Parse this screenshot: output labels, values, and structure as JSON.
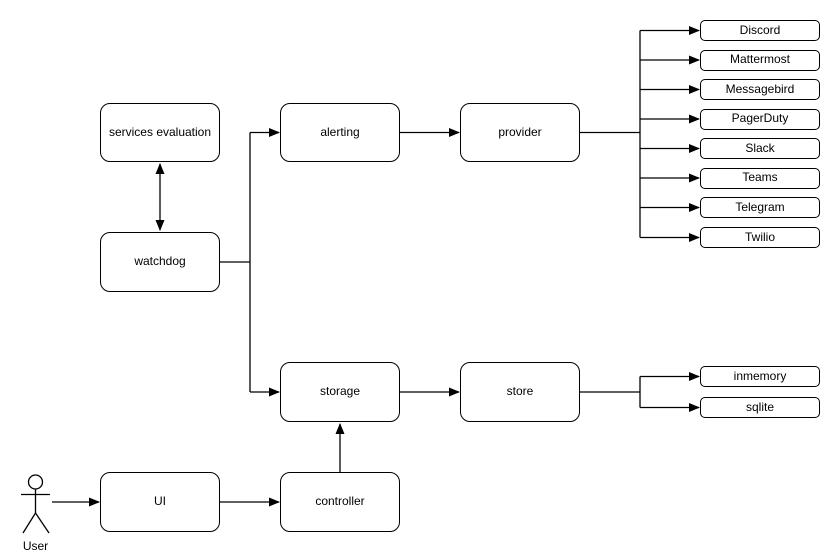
{
  "diagram": {
    "nodes": {
      "services_evaluation": "services evaluation",
      "watchdog": "watchdog",
      "alerting": "alerting",
      "provider": "provider",
      "storage": "storage",
      "store": "store",
      "ui": "UI",
      "controller": "controller"
    },
    "providers": [
      "Discord",
      "Mattermost",
      "Messagebird",
      "PagerDuty",
      "Slack",
      "Teams",
      "Telegram",
      "Twilio"
    ],
    "stores": [
      "inmemory",
      "sqlite"
    ],
    "actor": {
      "label": "User"
    },
    "colors": {
      "stroke": "#000000",
      "background": "#ffffff",
      "node_fill": "#ffffff"
    }
  }
}
